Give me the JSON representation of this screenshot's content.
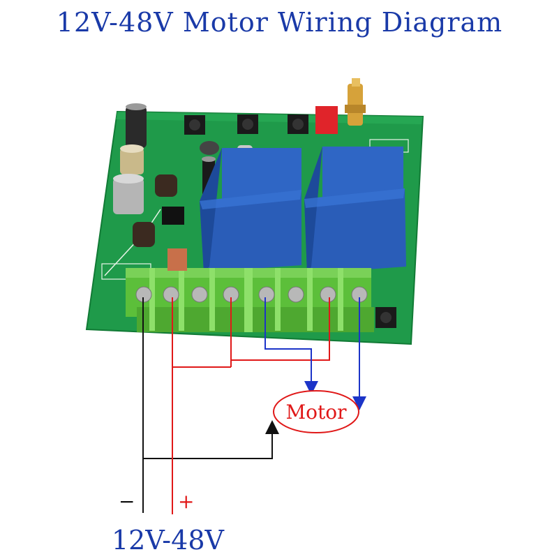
{
  "title": "12V-48V Motor Wiring Diagram",
  "labels": {
    "motor": "Motor",
    "negative": "−",
    "positive": "+",
    "voltage": "12V-48V"
  },
  "colors": {
    "title": "#1a3aa8",
    "positive_wire": "#e01818",
    "negative_wire": "#111111",
    "motor_wire": "#1c34c8",
    "board": "#1f9a4a",
    "relay": "#2a5db8",
    "terminal_block": "#5cbf3a"
  }
}
